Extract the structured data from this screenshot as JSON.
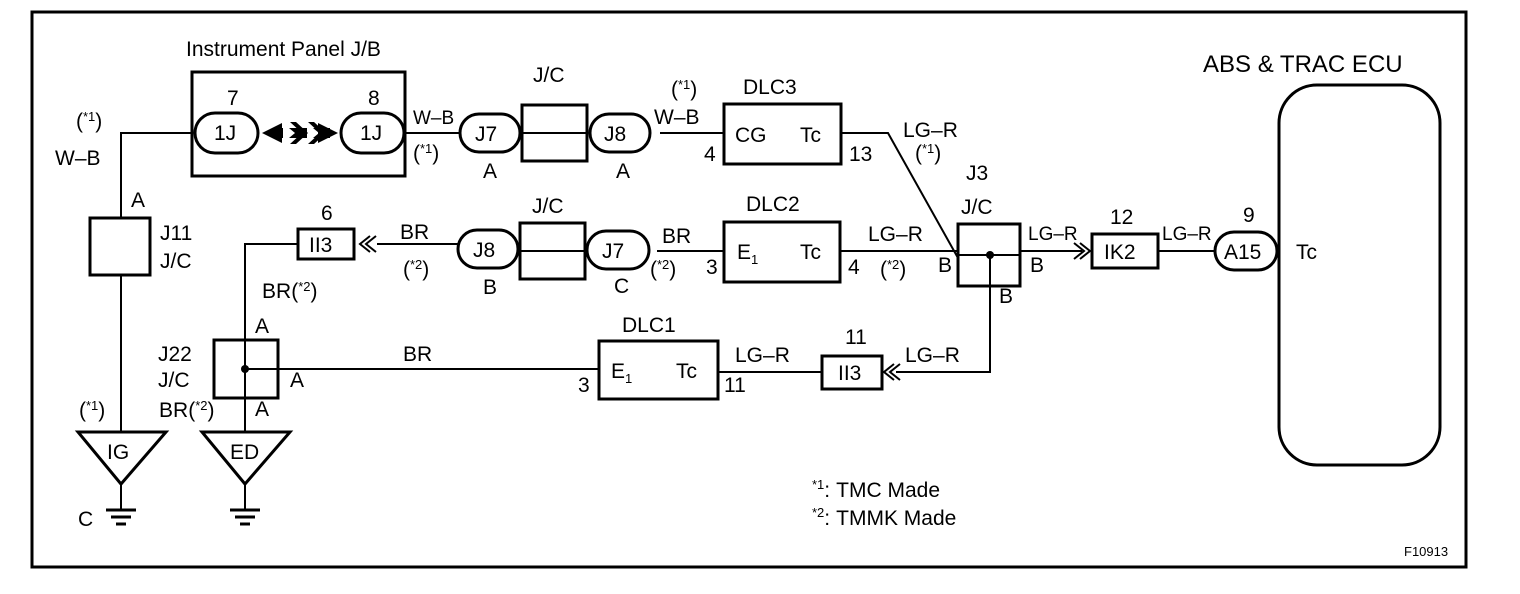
{
  "labels": {
    "instrument_panel": "Instrument Panel J/B",
    "abs_ecu": "ABS & TRAC ECU",
    "figure_id": "F10913",
    "jc": "J/C",
    "dlc3": "DLC3",
    "dlc2": "DLC2",
    "dlc1": "DLC1"
  },
  "wires": {
    "w_b": "W–B",
    "lg_r": "LG–R",
    "br": "BR"
  },
  "marks": {
    "m1": "(*1)",
    "m2": "(*2)",
    "star1": "*1",
    "star2": "*2"
  },
  "connectors": {
    "j1": "1J",
    "j7": "J7",
    "j8": "J8",
    "j11": "J11",
    "j22": "J22",
    "j3": "J3",
    "ii3": "II3",
    "ik2": "IK2",
    "a15": "A15",
    "ig": "IG",
    "ed": "ED"
  },
  "pins": {
    "p7": "7",
    "p8": "8",
    "p4": "4",
    "p13": "13",
    "p6": "6",
    "p3": "3",
    "p12": "12",
    "p9": "9",
    "p11": "11",
    "a": "A",
    "b": "B",
    "c": "C"
  },
  "terms": {
    "cg": "CG",
    "tc": "Tc",
    "e1": "E"
  },
  "legend": {
    "l1_key": "*1:",
    "l1_text": "TMC Made",
    "l2_key": "*2:",
    "l2_text": "TMMK Made"
  }
}
